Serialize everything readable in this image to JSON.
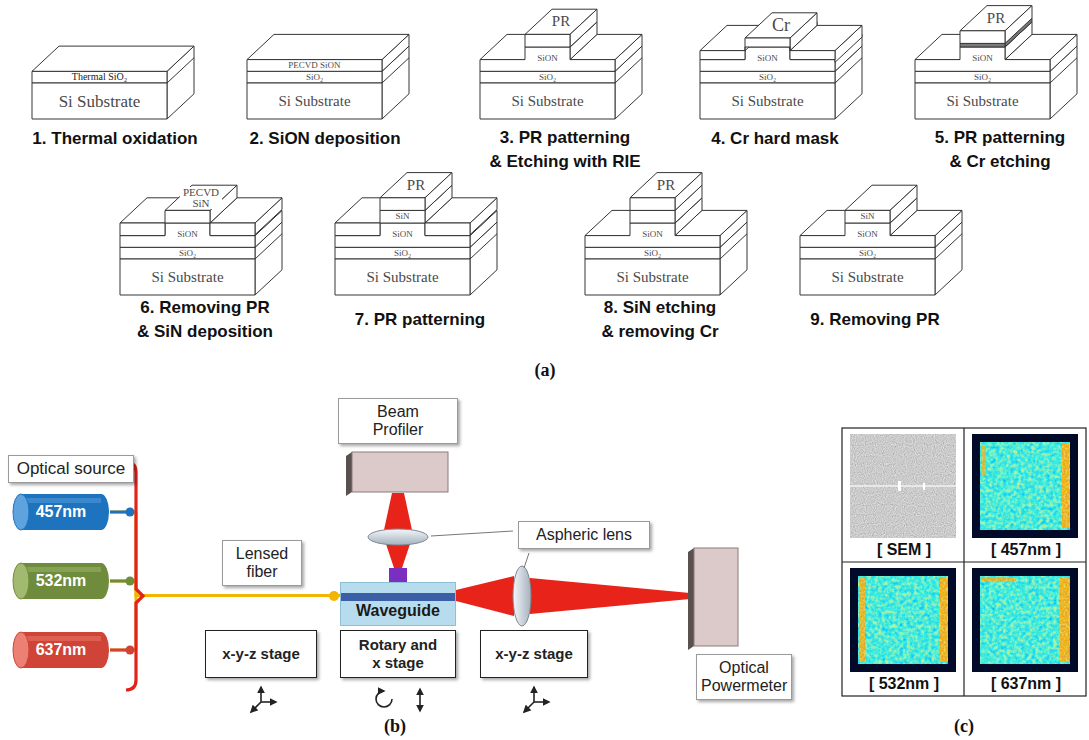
{
  "diagram": {
    "nodes": [
      {
        "text": [
          "Optical source"
        ]
      },
      {
        "text": [
          "457nm"
        ]
      },
      {
        "text": [
          "532nm"
        ]
      },
      {
        "text": [
          "637nm"
        ]
      },
      {
        "text": [
          "Lensed fiber"
        ]
      },
      {
        "text": [
          "Beam Profiler"
        ]
      },
      {
        "text": [
          "Aspheric lens"
        ]
      },
      {
        "text": [
          "Waveguide"
        ]
      },
      {
        "text": [
          "x-y-z stage"
        ]
      },
      {
        "text": [
          "Rotary and x stage"
        ]
      },
      {
        "text": [
          "x-y-z stage"
        ]
      },
      {
        "text": [
          "Optical Powermeter"
        ]
      }
    ],
    "edges": [
      {
        "from": 1,
        "to": 7,
        "arrow": "none"
      },
      {
        "from": 2,
        "to": 7,
        "arrow": "none"
      },
      {
        "from": 3,
        "to": 7,
        "arrow": "none"
      }
    ],
    "labels": [
      "Thermal SiO₂",
      "Si Substrate",
      "1. Thermal oxidation",
      "PECVD SiON",
      "SiO₂",
      "Si Substrate",
      "2. SiON deposition",
      "PR",
      "SiON",
      "SiO₂",
      "Si Substrate",
      "3. PR patterning & Etching with RIE",
      "Cr",
      "SiON",
      "SiO₂",
      "Si Substrate",
      "4. Cr hard mask",
      "PR",
      "SiON",
      "SiO₂",
      "Si Substrate",
      "5. PR patterning & Cr etching",
      "PECVD SiN",
      "SiON",
      "SiO₂",
      "Si Substrate",
      "6. Removing PR & SiN deposition",
      "PR",
      "SiN",
      "SiON",
      "SiO₂",
      "Si Substrate",
      "7. PR patterning",
      "PR",
      "SiON",
      "SiO₂",
      "Si Substrate",
      "8. SiN etching & removing Cr",
      "SiN",
      "SiON",
      "SiO₂",
      "Si Substrate",
      "9. Removing PR",
      "(a)",
      "(b)",
      "[ SEM ]",
      "[ 457nm ]",
      "[ 532nm ]",
      "[ 637nm ]",
      "(c)"
    ]
  }
}
